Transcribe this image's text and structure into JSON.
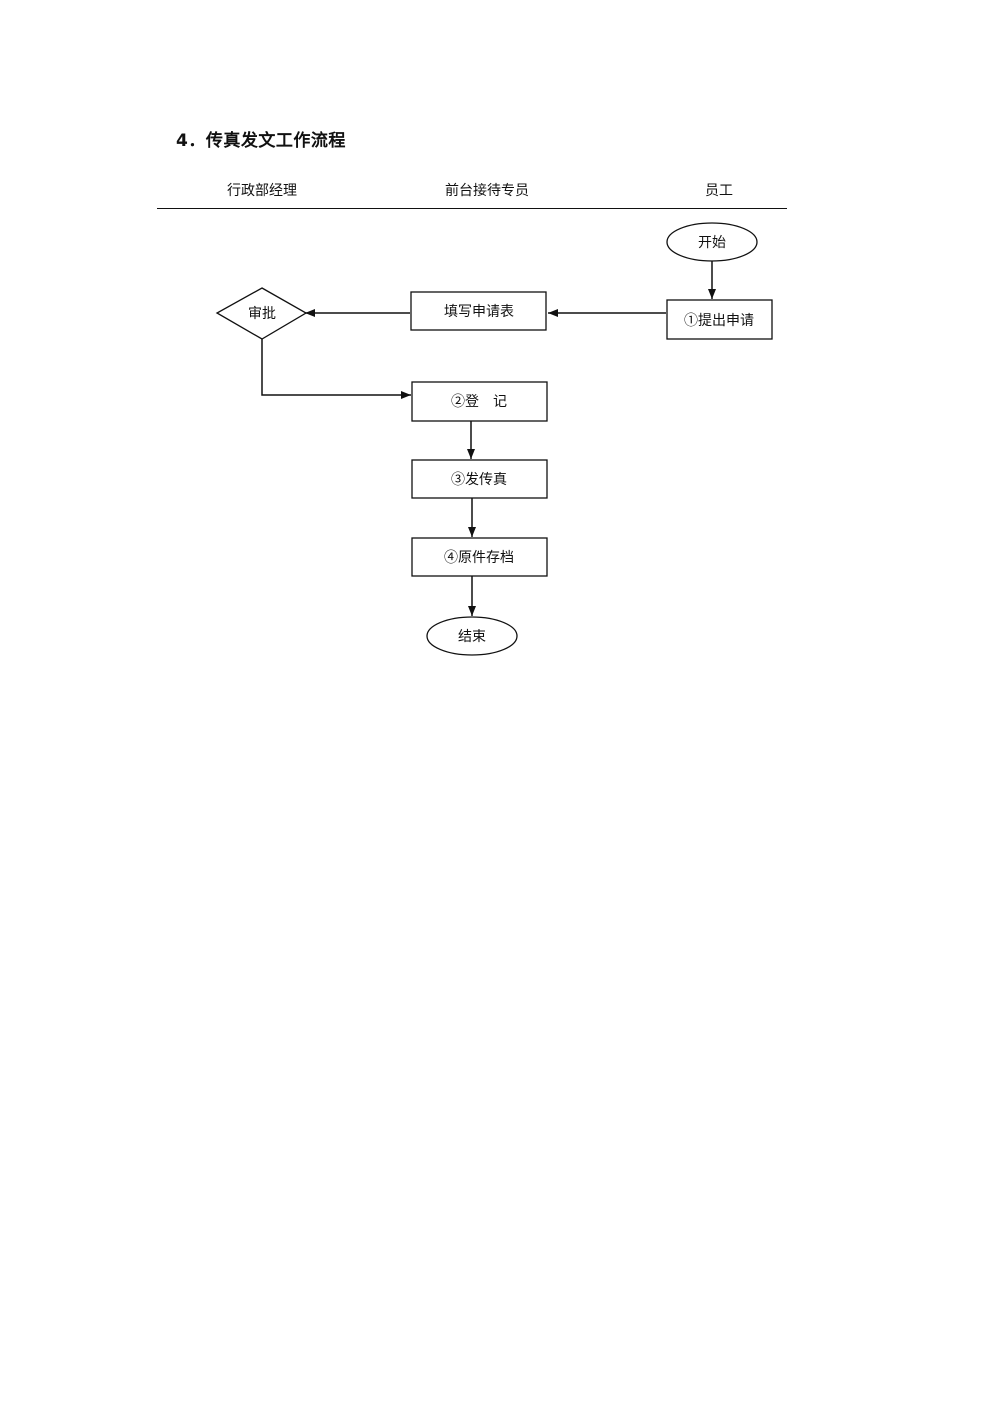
{
  "document": {
    "title": "4．传真发文工作流程"
  },
  "lanes": {
    "admin_manager": "行政部经理",
    "front_desk": "前台接待专员",
    "staff": "员工"
  },
  "nodes": {
    "start": "开始",
    "submit_request": "①提出申请",
    "fill_form": "填写申请表",
    "approve": "审批",
    "register": "②登　记",
    "send_fax": "③发传真",
    "archive": "④原件存档",
    "end": "结束"
  }
}
